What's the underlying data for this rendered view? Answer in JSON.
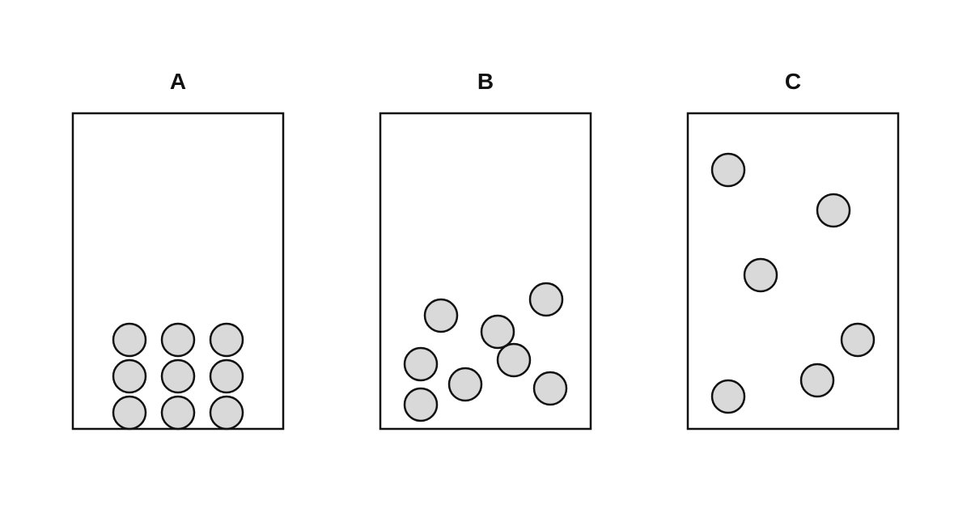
{
  "colors": {
    "stroke": "#111111",
    "particle_fill": "#d9d9d9",
    "background": "#ffffff"
  },
  "panels": [
    {
      "label": "A",
      "particle_count": 9,
      "arrangement": "packed-grid-bottom"
    },
    {
      "label": "B",
      "particle_count": 8,
      "arrangement": "loose-lower"
    },
    {
      "label": "C",
      "particle_count": 6,
      "arrangement": "spread-out"
    }
  ]
}
